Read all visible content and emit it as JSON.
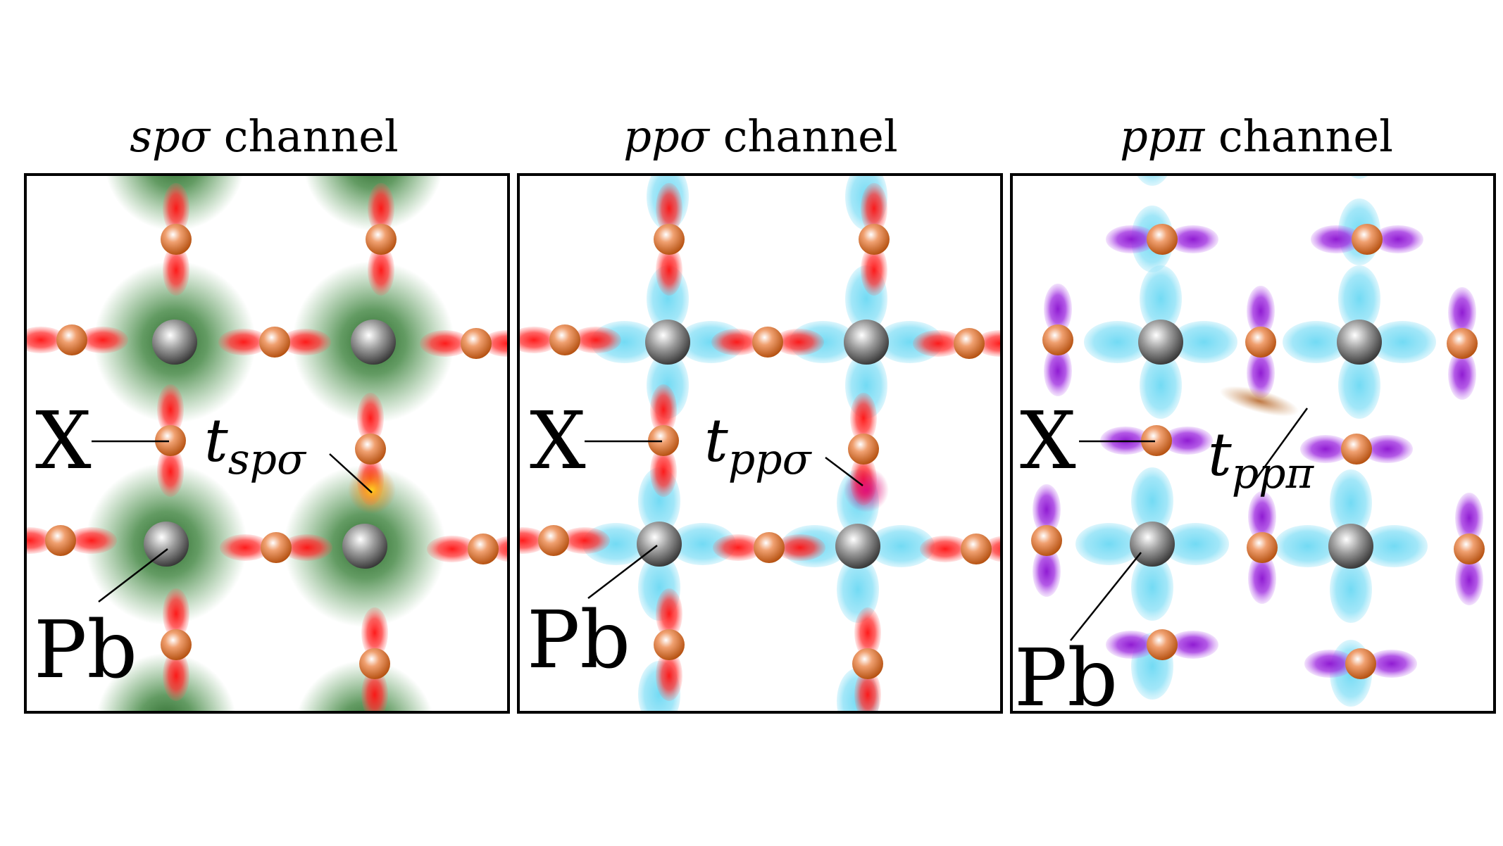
{
  "panels": [
    {
      "id": "sp-sigma",
      "title_italic": "spσ",
      "title_rest": " channel",
      "x_label": "X",
      "pb_label": "Pb",
      "t_main": "t",
      "t_sub": "spσ"
    },
    {
      "id": "pp-sigma",
      "title_italic": "ppσ",
      "title_rest": " channel",
      "x_label": "X",
      "pb_label": "Pb",
      "t_main": "t",
      "t_sub": "ppσ"
    },
    {
      "id": "pp-pi",
      "title_italic": "ppπ",
      "title_rest": " channel",
      "x_label": "X",
      "pb_label": "Pb",
      "t_main": "t",
      "t_sub": "ppπ"
    }
  ],
  "colors": {
    "pb_atom": "#7a7a7a",
    "x_atom": "#d8641c",
    "p_sigma_lobe": "#ff2020",
    "s_orbital": "#2a7a2a",
    "pb_p_lobe": "#4fd0f0",
    "p_pi_lobe": "#a020e0",
    "hop_sp": "#f0a020",
    "hop_pp_sigma": "#e0208a",
    "hop_pp_pi": "#b86a30"
  }
}
